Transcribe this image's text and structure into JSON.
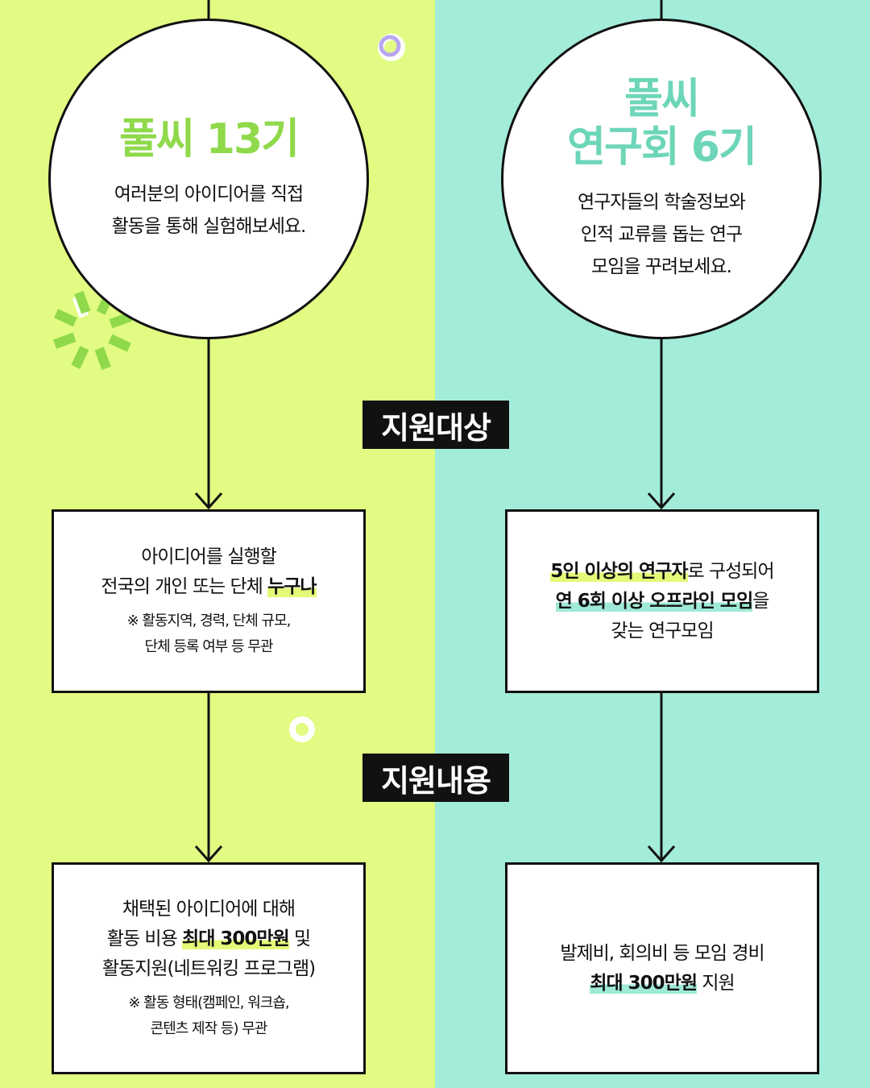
{
  "left": {
    "title": "풀씨 13기",
    "desc": [
      "여러분의 아이디어를 직접",
      "활동을 통해 실험해보세요."
    ],
    "target": {
      "line1": "아이디어를 실행할",
      "line2_pre": "전국의 개인 또는 단체 ",
      "line2_hl": "누구나",
      "note": [
        "※ 활동지역, 경력, 단체 규모,",
        "단체 등록 여부 등 무관"
      ]
    },
    "support": {
      "line1": "채택된 아이디어에 대해",
      "line2_pre": "활동 비용 ",
      "line2_hl": "최대 300만원",
      "line2_post": " 및",
      "line3": "활동지원(네트워킹 프로그램)",
      "note": [
        "※ 활동 형태(캠페인, 워크숍,",
        "콘텐츠 제작 등) 무관"
      ]
    }
  },
  "right": {
    "title": [
      "풀씨",
      "연구회 6기"
    ],
    "desc": [
      "연구자들의 학술정보와",
      "인적 교류를 돕는 연구",
      "모임을 꾸려보세요."
    ],
    "target": {
      "l1_hl": "5인 이상의 연구자",
      "l1_post": "로 구성되어",
      "l2_hl": "연 6회 이상 오프라인 모임",
      "l2_post": "을",
      "l3": "갖는 연구모임"
    },
    "support": {
      "line1": "발제비, 회의비 등 모임 경비",
      "l2_hl": "최대 300만원",
      "l2_post": " 지원"
    }
  },
  "labels": {
    "target": "지원대상",
    "support": "지원내용"
  },
  "colors": {
    "left_bg": "#e2fb82",
    "right_bg": "#a3ecd9",
    "left_accent": "#8fd94a",
    "right_accent": "#6dd6b8"
  }
}
